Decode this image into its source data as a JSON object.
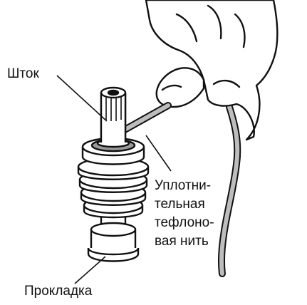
{
  "labels": {
    "stem": "Шток",
    "thread_line1": "Уплотни-",
    "thread_line2": "тельная",
    "thread_line3": "тефлоно-",
    "thread_line4": "вая нить",
    "gasket": "Прокладка"
  },
  "colors": {
    "ink": "#111111",
    "background": "#ffffff",
    "thread_fill": "#bdbdbd",
    "ring_fill": "#9a9a9a"
  }
}
